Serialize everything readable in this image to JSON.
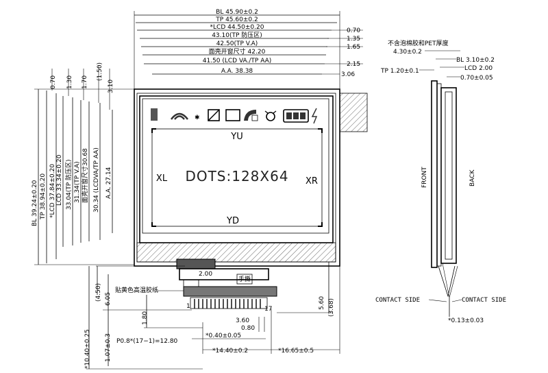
{
  "top_dims": {
    "bl": "BL  45.90±0.2",
    "tp": "TP  45.60±0.2",
    "lcd": "*LCD  44.50±0.20",
    "tp_va_anti": "43.10(TP 防压区)",
    "tp_va": "42.50(TP V.A)",
    "window": "面壳开窗尺寸 42.20",
    "lcd_va": "41.50 (LCD VA./TP AA)",
    "aa": "A.A.  38.38",
    "r070": "0.70",
    "r135": "1.35",
    "r165": "1.65",
    "r215": "2.15",
    "r306": "3.06"
  },
  "left_dims": {
    "bl": "BL  39.24±0.20",
    "tp": "TP  38.94±0.20",
    "lcd": "*LCD  37.84±0.20",
    "lcd2": "LCD  33.34±0.20",
    "tp_anti": "33.04(TP 防压区)",
    "tp_va": "31.34(TP V.A)",
    "window": "面壳开窗尺寸30.68",
    "lcdva": "30.34 (LCDVA/TP AA)",
    "aa": "A.A.  27.14",
    "t070": "0.70",
    "t130": "1.30",
    "t170": "1.70",
    "t150": "(1.50)",
    "t310": "3.10"
  },
  "display": {
    "dots": "DOTS:128X64",
    "yu": "YU",
    "yd": "YD",
    "xl": "XL",
    "xr": "XR"
  },
  "bottom_dims": {
    "d450": "(4.50)",
    "d605": "6.05",
    "d180": "1.80",
    "d1040": "*10.40±0.25",
    "d107": "1.07±0.3",
    "pitch": "P0.8*(17−1)=12.80",
    "d200": "2.00",
    "tape": "贴黄色高温胶纸",
    "hand": "手撕",
    "pin17": "17",
    "pin1": "1",
    "d360": "3.60",
    "d080": "0.80",
    "d040": "*0.40±0.05",
    "d1440": "*14.40±0.2",
    "d1665": "*16.65±0.5",
    "d560": "5.60",
    "d368": "(3.68)"
  },
  "side_view": {
    "foam": "不含泡棉胶和PET厚度",
    "d430": "4.30±0.2",
    "bl": "BL  3.10±0.2",
    "lcd": "LCD  2.00",
    "tp": "TP  1.20±0.1",
    "d070": "0.70±0.05",
    "front": "FRONT",
    "back": "BACK",
    "contact_left": "CONTACT SIDE",
    "contact_right": "CONTACT SIDE",
    "d013": "*0.13±0.03"
  }
}
